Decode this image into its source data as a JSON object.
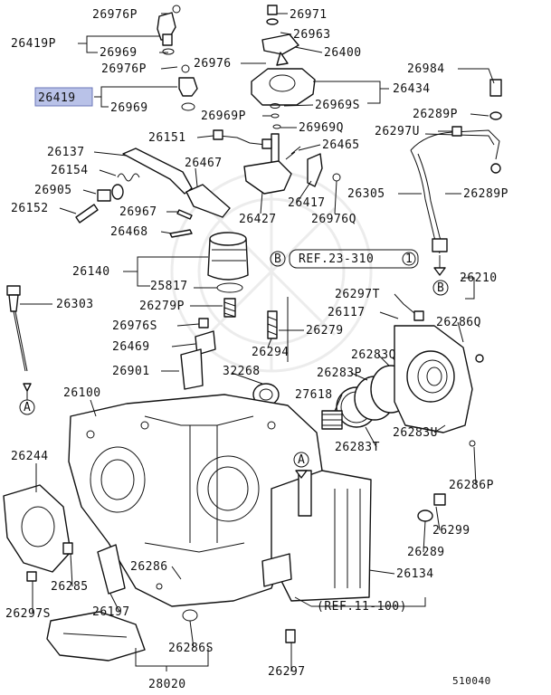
{
  "diagram": {
    "code": "510040",
    "highlight": "26419",
    "labels": {
      "p26976P_top": "26976P",
      "p26971": "26971",
      "p26419P": "26419P",
      "p26963": "26963",
      "p26969_a": "26969",
      "p26400": "26400",
      "p26976P_mid": "26976P",
      "p26976": "26976",
      "p26984": "26984",
      "p26419": "26419",
      "p26434": "26434",
      "p26969S": "26969S",
      "p26969_b": "26969",
      "p26289P_a": "26289P",
      "p26969P": "26969P",
      "p26969Q": "26969Q",
      "p26297U": "26297U",
      "p26151": "26151",
      "p26465": "26465",
      "p26137": "26137",
      "p26154": "26154",
      "p26467": "26467",
      "p26905": "26905",
      "p26305": "26305",
      "p26289P_b": "26289P",
      "p26152": "26152",
      "p26967": "26967",
      "p26417": "26417",
      "p26427": "26427",
      "p26976Q": "26976Q",
      "p26468": "26468",
      "ref23": "REF.23-310",
      "ref23_circle": "1",
      "circleB_a": "B",
      "circleB_b": "B",
      "p26140": "26140",
      "p26210": "26210",
      "p25817": "25817",
      "p26303": "26303",
      "p26297T": "26297T",
      "p26279P": "26279P",
      "p26117": "26117",
      "p26286Q": "26286Q",
      "p26279": "26279",
      "p26976S": "26976S",
      "p26469": "26469",
      "p26294": "26294",
      "p26283Q": "26283Q",
      "p26901": "26901",
      "p32268": "32268",
      "p26283P": "26283P",
      "circleA_a": "A",
      "p26100": "26100",
      "p27618": "27618",
      "p26283U": "26283U",
      "p26283T": "26283T",
      "p26244": "26244",
      "circleA_b": "A",
      "p26286P": "26286P",
      "p26299": "26299",
      "p26289": "26289",
      "p26286": "26286",
      "p26134": "26134",
      "p26285": "26285",
      "p26297S": "26297S",
      "p26197": "26197",
      "ref11": "(REF.11-100)",
      "p26286S": "26286S",
      "p26297": "26297",
      "p28020": "28020"
    }
  }
}
